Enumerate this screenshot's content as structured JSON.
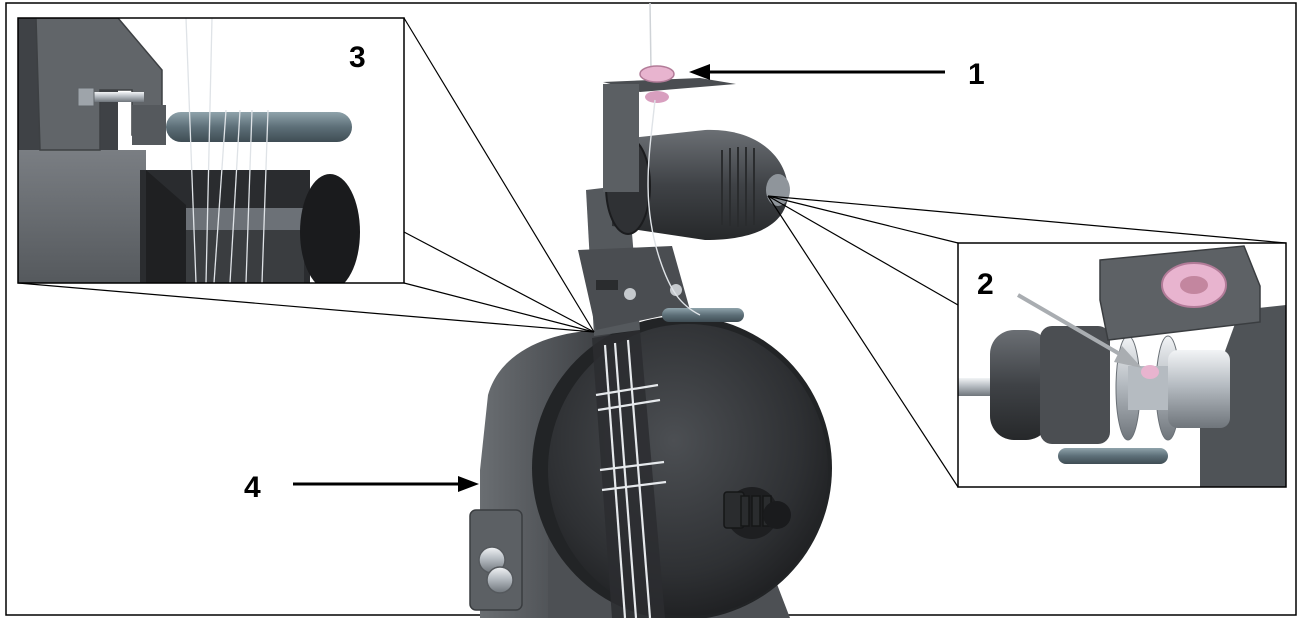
{
  "callouts": [
    {
      "number": "1",
      "points_to": "thread-guide-eyelet"
    },
    {
      "number": "2",
      "points_to": "tension-discs"
    },
    {
      "number": "3",
      "points_to": "bobbin-guide-bar"
    },
    {
      "number": "4",
      "points_to": "bobbin-winder-housing"
    }
  ],
  "colors": {
    "background": "#ffffff",
    "label": "#000000",
    "plastic_dark": "#3a3c3f",
    "plastic_mid": "#5b5f63",
    "plastic_light": "#7c8186",
    "eyelet_pink": "#e8b4cf",
    "chrome": "#c9cdd2",
    "thread": "#e9ecef"
  },
  "icons": {
    "arrow": "left-pointing-arrow"
  }
}
